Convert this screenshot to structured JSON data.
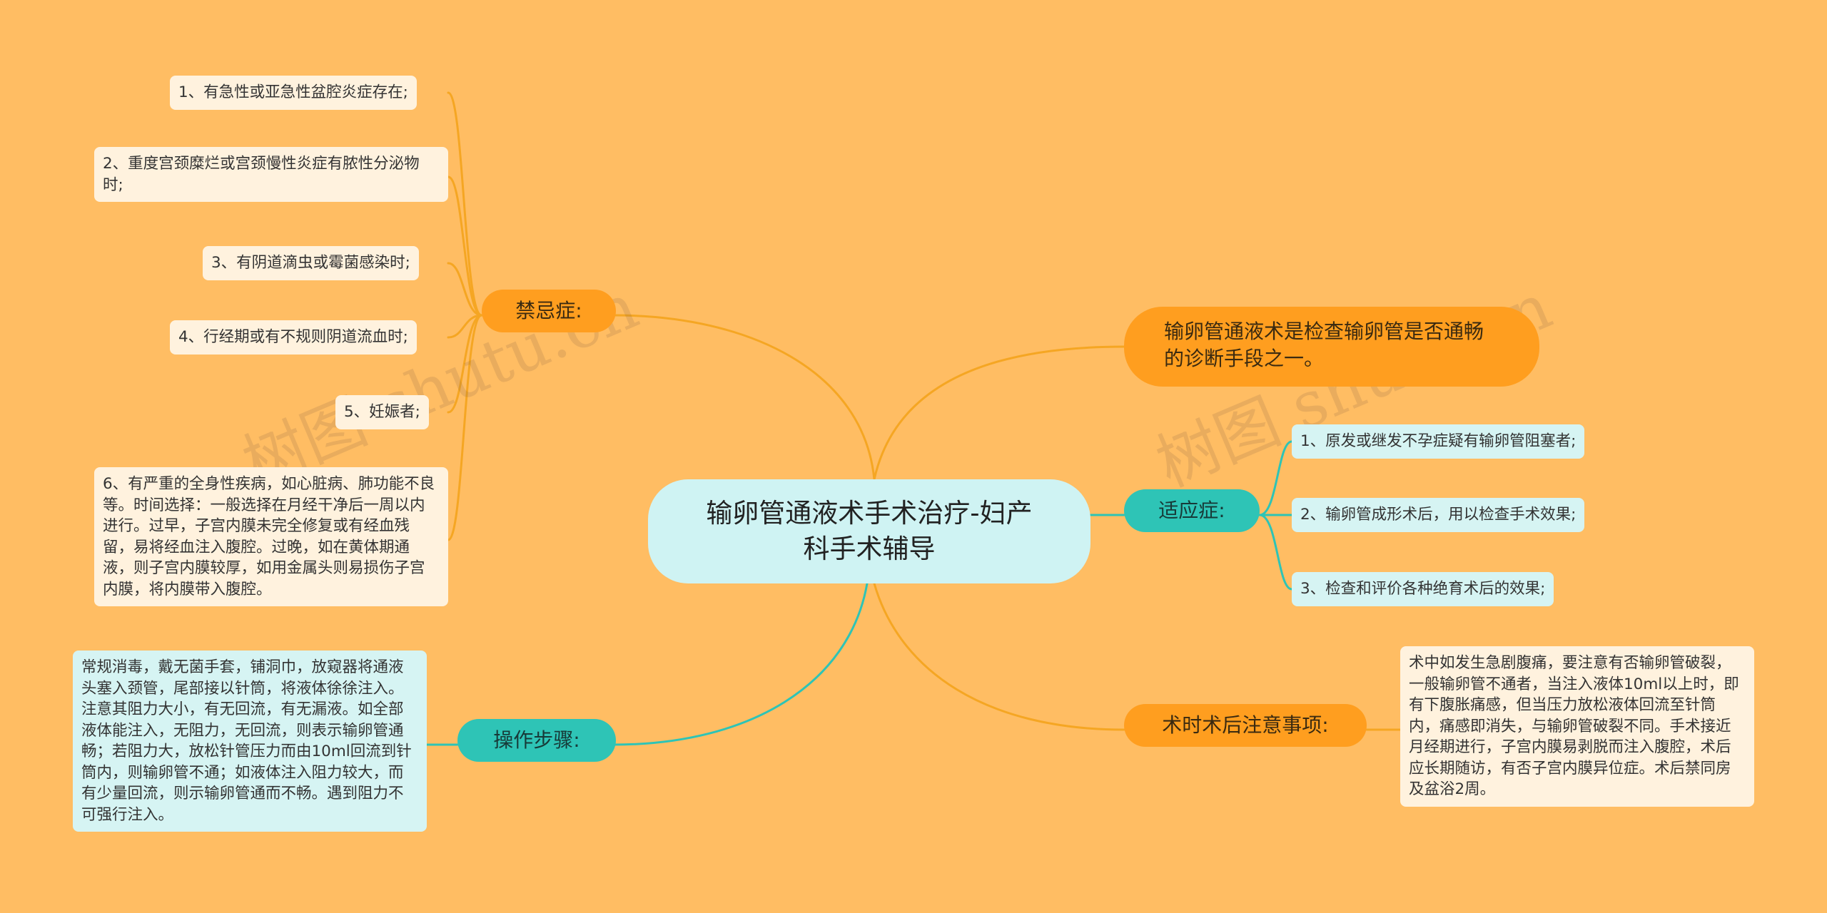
{
  "root": {
    "title": "输卵管通液术手术治疗-妇产科手术辅导"
  },
  "branches": {
    "contraindications": {
      "label": "禁忌症:",
      "items": [
        "1、有急性或亚急性盆腔炎症存在;",
        "2、重度宫颈糜烂或宫颈慢性炎症有脓性分泌物时;",
        "3、有阴道滴虫或霉菌感染时;",
        "4、行经期或有不规则阴道流血时;",
        "5、妊娠者;",
        "6、有严重的全身性疾病，如心脏病、肺功能不良等。时间选择：一般选择在月经干净后一周以内进行。过早，子宫内膜未完全修复或有经血残留，易将经血注入腹腔。过晚，如在黄体期通液，则子宫内膜较厚，如用金属头则易损伤子宫内膜，将内膜带入腹腔。"
      ]
    },
    "procedure": {
      "label": "操作步骤:",
      "text": "常规消毒，戴无菌手套，铺洞巾，放窥器将通液头塞入颈管，尾部接以针筒，将液体徐徐注入。注意其阻力大小，有无回流，有无漏液。如全部液体能注入，无阻力，无回流，则表示输卵管通畅；若阻力大，放松针管压力而由10ml回流到针筒内，则输卵管不通；如液体注入阻力较大，而有少量回流，则示输卵管通而不畅。遇到阻力不可强行注入。"
    },
    "definition": {
      "text": "输卵管通液术是检查输卵管是否通畅的诊断手段之一。"
    },
    "indications": {
      "label": "适应症:",
      "items": [
        "1、原发或继发不孕症疑有输卵管阻塞者;",
        "2、输卵管成形术后，用以检查手术效果;",
        "3、检查和评价各种绝育术后的效果;"
      ]
    },
    "precautions": {
      "label": "术时术后注意事项:",
      "text": "术中如发生急剧腹痛，要注意有否输卵管破裂，一般输卵管不通者，当注入液体10ml以上时，即有下腹胀痛感，但当压力放松液体回流至针筒内，痛感即消失，与输卵管破裂不同。手术接近月经期进行，子宫内膜易剥脱而注入腹腔，术后应长期随访，有否子宫内膜异位症。术后禁同房及盆浴2周。"
    }
  },
  "watermark": [
    "树图 shutu.cn",
    "树图 shutu.cn"
  ],
  "colors": {
    "background": "#FFBD63",
    "orange_branch": "#FF9E1F",
    "teal_branch": "#2EC4B6",
    "root_fill": "#CFF3F3",
    "cream_leaf": "#FFF2DE",
    "mint_leaf": "#D6F4F3"
  }
}
